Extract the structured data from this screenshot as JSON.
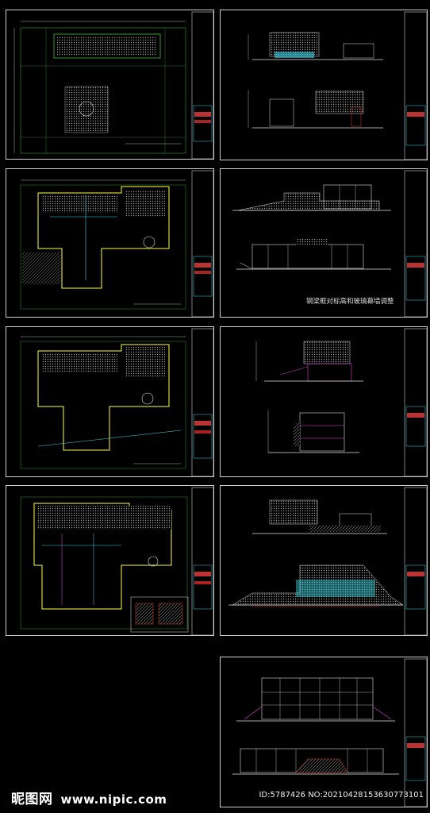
{
  "sheets": {
    "s7_note": "钢梁框对标高和玻璃幕墙调整"
  },
  "footer": {
    "logo_text": "昵图网",
    "url": "www.nipic.com",
    "id_text": "ID:5787426 NO:20210428153630773101"
  },
  "colors": {
    "background": "#000000",
    "sheet_border": "#cfcfcf",
    "grid_line": "#3fbf3f",
    "wall_line": "#ffff44",
    "dimension_line": "#e0e0e0",
    "hatch": "#9a9a9a",
    "cyan": "#3ad6e6",
    "magenta": "#e040e0",
    "red": "#e23a2a"
  }
}
